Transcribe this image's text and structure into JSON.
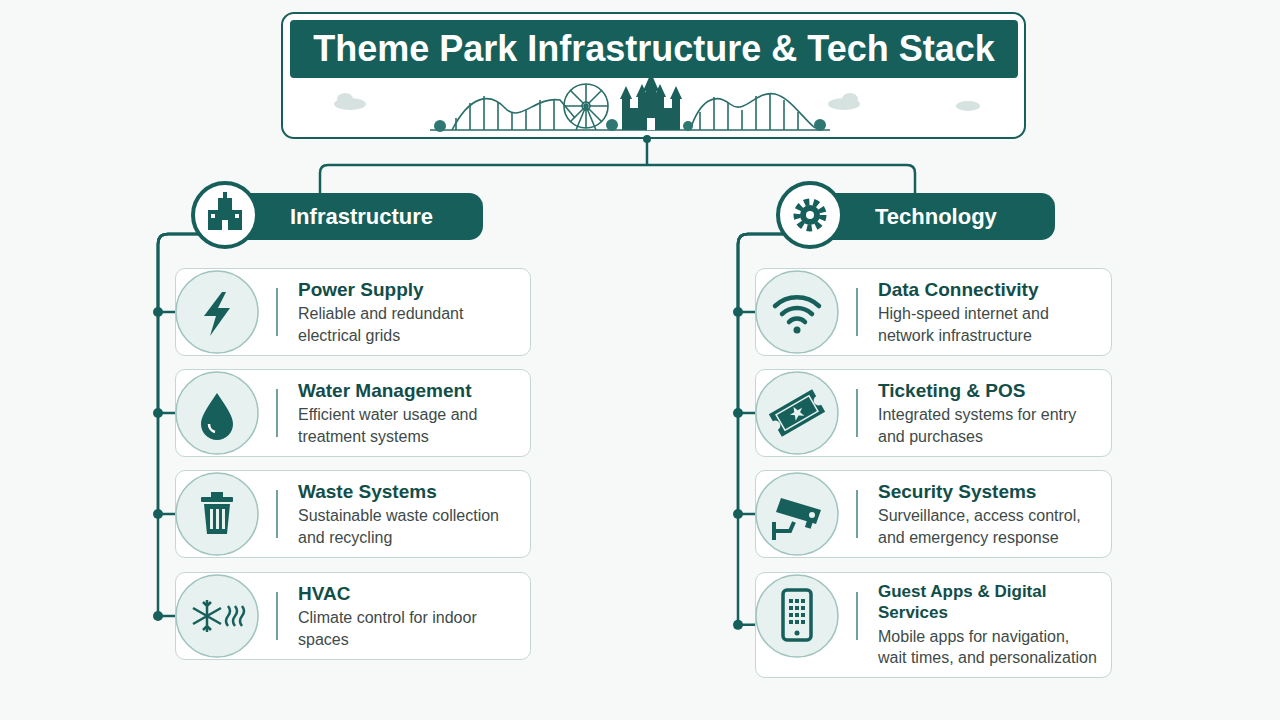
{
  "diagram": {
    "title": "Theme Park Infrastructure & Tech Stack",
    "nodes": [
      {
        "text": [
          "Infrastructure"
        ]
      },
      {
        "text": [
          "Power Supply",
          "Reliable and redundant electrical grids"
        ]
      },
      {
        "text": [
          "Water Management",
          "Efficient water usage and treatment systems"
        ]
      },
      {
        "text": [
          "Waste Systems",
          "Sustainable waste collection and recycling"
        ]
      },
      {
        "text": [
          "HVAC",
          "Climate control for indoor spaces"
        ]
      },
      {
        "text": [
          "Technology"
        ]
      },
      {
        "text": [
          "Data Connectivity",
          "High-speed internet and network infrastructure"
        ]
      },
      {
        "text": [
          "Ticketing & POS",
          "Integrated systems for entry and purchases"
        ]
      },
      {
        "text": [
          "Security Systems",
          "Surveillance, access control, and emergency response"
        ]
      },
      {
        "text": [
          "Guest Apps & Digital Services",
          "Mobile apps for navigation, wait times, and personalization"
        ]
      }
    ],
    "edges": [
      {
        "from": 0,
        "to": 1,
        "arrow": "none"
      },
      {
        "from": 0,
        "to": 2,
        "arrow": "none"
      },
      {
        "from": 0,
        "to": 3,
        "arrow": "none"
      },
      {
        "from": 0,
        "to": 4,
        "arrow": "none"
      },
      {
        "from": 5,
        "to": 6,
        "arrow": "none"
      },
      {
        "from": 5,
        "to": 7,
        "arrow": "none"
      },
      {
        "from": 5,
        "to": 8,
        "arrow": "none"
      },
      {
        "from": 5,
        "to": 9,
        "arrow": "none"
      }
    ]
  }
}
